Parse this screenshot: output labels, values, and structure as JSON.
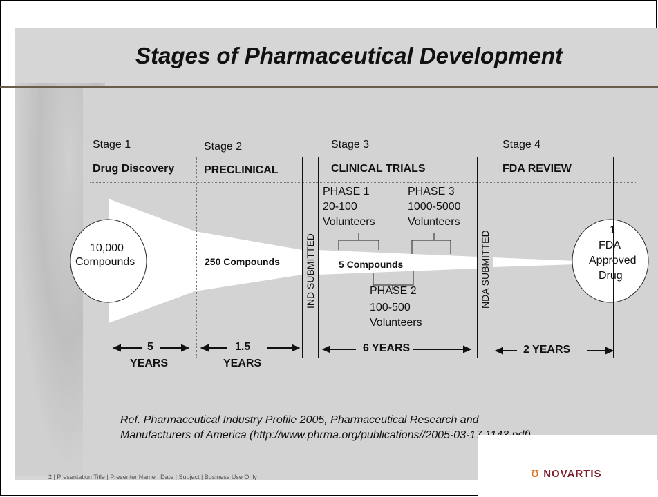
{
  "slide": {
    "title": "Stages of Pharmaceutical Development",
    "stages": [
      {
        "label": "Stage 1",
        "name": "Drug Discovery"
      },
      {
        "label": "Stage 2",
        "name": "PRECLINICAL"
      },
      {
        "label": "Stage 3",
        "name": "CLINICAL TRIALS"
      },
      {
        "label": "Stage 4",
        "name": "FDA REVIEW"
      }
    ],
    "compounds": {
      "c10000_a": "10,000",
      "c10000_b": "Compounds",
      "c250": "250 Compounds",
      "c5": "5 Compounds",
      "fda_1": "1",
      "fda_2": "FDA",
      "fda_3": "Approved",
      "fda_4": "Drug"
    },
    "phases": {
      "p1_a": "PHASE 1",
      "p1_b": "20-100",
      "p1_c": "Volunteers",
      "p2_a": "PHASE 2",
      "p2_b": "100-500",
      "p2_c": "Volunteers",
      "p3_a": "PHASE 3",
      "p3_b": "1000-5000",
      "p3_c": "Volunteers"
    },
    "submissions": {
      "ind": "IND SUBMITTED",
      "nda": "NDA  SUBMITTED"
    },
    "durations": {
      "d1_num": "5",
      "d1_unit": "YEARS",
      "d2_num": "1.5",
      "d2_unit": "YEARS",
      "d3": "6 YEARS",
      "d4": "2 YEARS"
    },
    "reference": {
      "line1": "Ref. Pharmaceutical Industry Profile 2005, Pharmaceutical Research and",
      "line2": "Manufacturers of America  (http://www.phrma.org/publications//2005-03-17.1143.pdf)"
    },
    "footer": "2 | Presentation Title | Presenter Name | Date | Subject | Business Use Only",
    "logo": "NOVARTIS",
    "logo_mark": "Ʊ"
  }
}
